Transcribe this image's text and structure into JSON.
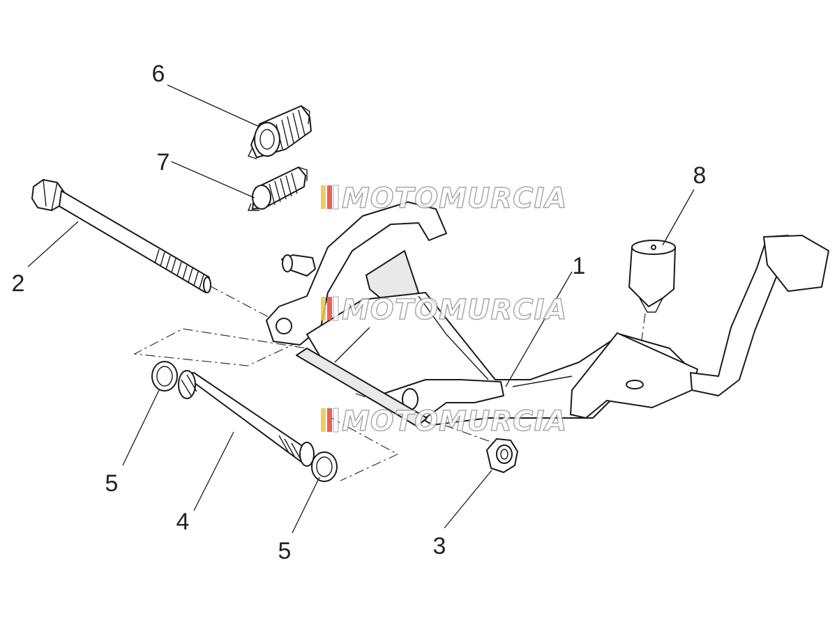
{
  "watermark": {
    "text": "MOTOMURCIA",
    "colors": {
      "stripe_1": "#e8c64a",
      "stripe_2": "#e8453c",
      "stripe_3": "#ffffff",
      "text_fill": "#ffffff",
      "text_stroke": "#9a9a9a"
    }
  },
  "callouts": [
    {
      "id": "main-stand",
      "label": "1"
    },
    {
      "id": "bolt",
      "label": "2"
    },
    {
      "id": "nut",
      "label": "3"
    },
    {
      "id": "bushing",
      "label": "4"
    },
    {
      "id": "washer-left",
      "label": "5"
    },
    {
      "id": "washer-right",
      "label": "5"
    },
    {
      "id": "spring-large",
      "label": "6"
    },
    {
      "id": "spring-small",
      "label": "7"
    },
    {
      "id": "rubber-stop",
      "label": "8"
    }
  ],
  "colors": {
    "line": "#1a1a1a",
    "fill": "#ffffff",
    "shade": "#e9e9e9",
    "label": "#222222"
  }
}
